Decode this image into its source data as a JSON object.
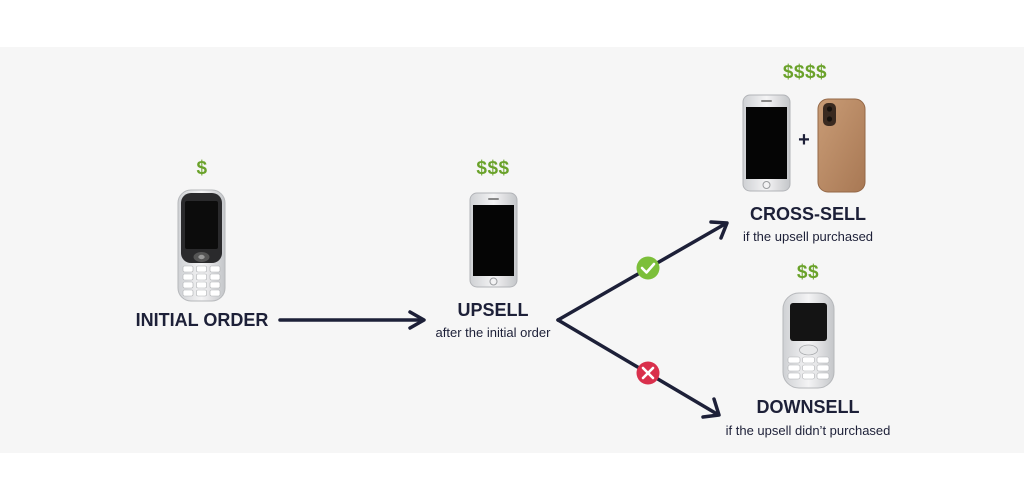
{
  "colors": {
    "price": "#6aa22a",
    "text": "#1d2038",
    "arrow": "#1d2038",
    "check": "#7cbf3a",
    "cross": "#d9304c",
    "panel": "#f6f6f6"
  },
  "nodes": {
    "initial": {
      "price": "$",
      "label": "INITIAL ORDER",
      "icon": "feature-phone-icon"
    },
    "upsell": {
      "price": "$$$",
      "label": "UPSELL",
      "caption": "after the initial order",
      "icon": "smartphone-icon"
    },
    "crosssell": {
      "price": "$$$$",
      "label": "CROSS-SELL",
      "caption": "if the upsell purchased",
      "plus": "+",
      "icons": [
        "smartphone-icon",
        "phone-case-icon"
      ]
    },
    "downsell": {
      "price": "$$",
      "label": "DOWNSELL",
      "caption": "if the upsell didn’t purchased",
      "icon": "basic-phone-icon"
    }
  },
  "branches": {
    "yes_icon": "check-circle-icon",
    "no_icon": "x-circle-icon"
  }
}
